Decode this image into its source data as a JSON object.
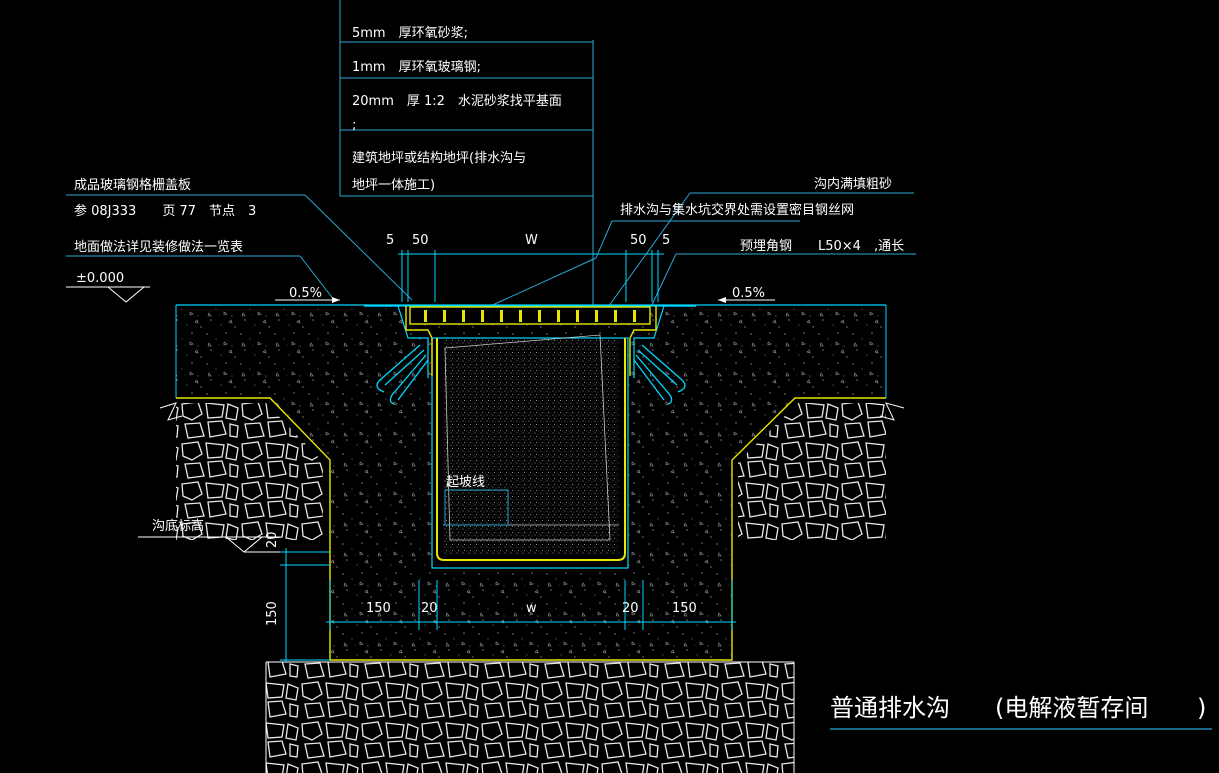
{
  "annotations": {
    "layer_5mm": "5mm　厚环氧砂浆;",
    "layer_1mm": "1mm　厚环氧玻璃钢;",
    "layer_20mm": "20mm　厚 1:2　水泥砂浆找平基面",
    "layer_semicolon": ";",
    "base_line1": "建筑地坪或结构地坪(排水沟与",
    "base_line2": "地坪一体施工)",
    "cover_line1": "成品玻璃钢格栅盖板",
    "cover_line2": "参 08J333　　页 77　节点　3",
    "floor_note": "地面做法详见装修做法一览表",
    "elevation": "±0.000",
    "slope_left": "0.5%",
    "slope_right": "0.5%",
    "fill_sand": "沟内满填粗砂",
    "mesh_note": "排水沟与集水坑交界处需设置密目钢丝网",
    "angle_steel_label": "预埋角钢",
    "angle_steel_spec": "L50×4　,通长",
    "slope_line": "起坡线",
    "trench_bottom": "沟底标高"
  },
  "dimensions": {
    "top_5_left": "5",
    "top_50_left": "50",
    "top_w": "W",
    "top_50_right": "50",
    "top_5_right": "5",
    "bottom_150_left": "150",
    "bottom_20_left": "20",
    "bottom_w": "w",
    "bottom_20_right": "20",
    "bottom_150_right": "150",
    "side_20": "20",
    "side_150": "150"
  },
  "title": {
    "name": "普通排水沟",
    "paren_open": "(电解液暂存间",
    "paren_close": ")"
  },
  "colors": {
    "background": "#000000",
    "outline_cyan": "#00d8ff",
    "yellow_line": "#e6e600",
    "concrete_gray": "#c8c8c8",
    "text_white": "#ffffff",
    "leader_blue": "#2aa7d6"
  }
}
